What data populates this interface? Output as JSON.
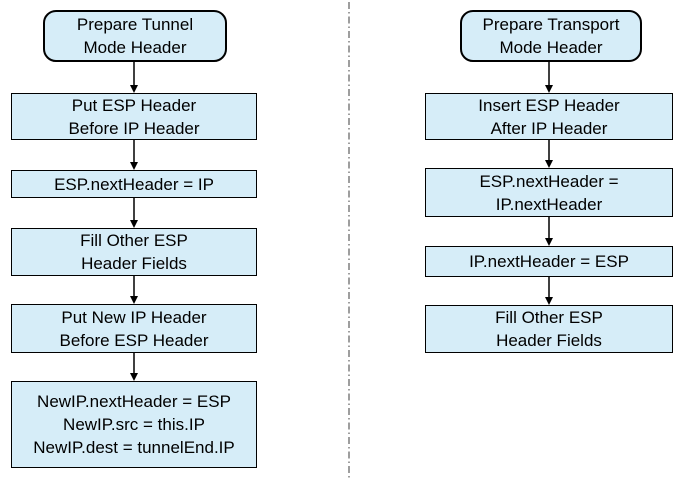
{
  "diagram": {
    "description": "Two flowcharts comparing ESP header preparation for IPsec tunnel mode and transport mode",
    "colors": {
      "box_fill": "#d6edf8",
      "box_border": "#000000",
      "arrow": "#000000",
      "divider": "#7f7f7f",
      "background": "#ffffff"
    },
    "tunnel": {
      "title": "Prepare Tunnel\nMode Header",
      "steps": [
        "Put ESP Header\nBefore IP Header",
        "ESP.nextHeader = IP",
        "Fill Other ESP\nHeader Fields",
        "Put New IP Header\nBefore ESP Header",
        "NewIP.nextHeader = ESP\nNewIP.src = this.IP\nNewIP.dest = tunnelEnd.IP"
      ]
    },
    "transport": {
      "title": "Prepare Transport\nMode Header",
      "steps": [
        "Insert ESP Header\nAfter IP Header",
        "ESP.nextHeader =\nIP.nextHeader",
        "IP.nextHeader = ESP",
        "Fill Other ESP\nHeader Fields"
      ]
    }
  }
}
